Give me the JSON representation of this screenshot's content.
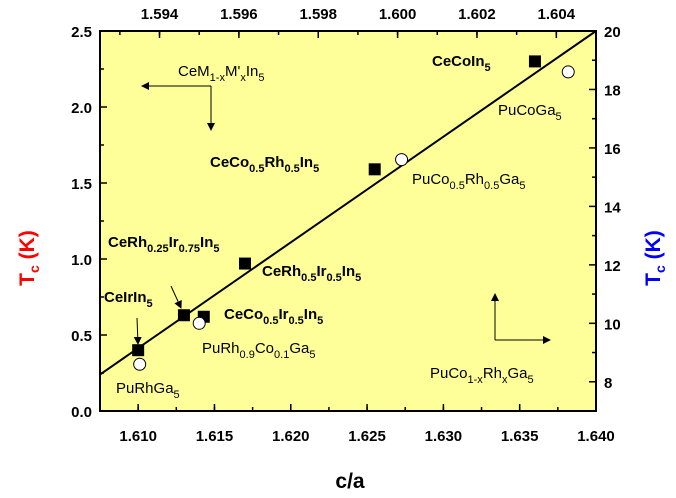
{
  "chart_data": {
    "type": "scatter",
    "xlabel": "c/a",
    "x_top_label": "",
    "xlim": [
      1.6075,
      1.64
    ],
    "ylim_left": [
      0.0,
      2.5
    ],
    "ylim_right": [
      7.0,
      20.0
    ],
    "top_axis_range": [
      1.5925,
      1.605
    ],
    "x_ticks": [
      "1.610",
      "1.615",
      "1.620",
      "1.625",
      "1.630",
      "1.635",
      "1.640"
    ],
    "x_top_ticks": [
      "1.594",
      "1.596",
      "1.598",
      "1.600",
      "1.602",
      "1.604"
    ],
    "y_left_ticks": [
      "0.0",
      "0.5",
      "1.0",
      "1.5",
      "2.0",
      "2.5"
    ],
    "y_right_ticks": [
      "8",
      "10",
      "12",
      "14",
      "16",
      "18",
      "20"
    ],
    "ylabel_left_main": "T",
    "ylabel_left_sub": "c",
    "ylabel_left_unit": " (K)",
    "ylabel_right_main": "T",
    "ylabel_right_sub": "c",
    "ylabel_right_unit": " (K)",
    "grid": false,
    "background_color": "#FFFF99",
    "axis_colors": {
      "left_label": "#ff0000",
      "right_label": "#0000ff"
    },
    "fit_line": {
      "x": [
        1.6075,
        1.64
      ],
      "y": [
        0.24,
        2.5
      ]
    },
    "series": [
      {
        "name": "CeM1-xM'xIn5",
        "marker": "filled-square",
        "axis": "left",
        "points": [
          {
            "x": 1.61,
            "y": 0.4,
            "label": "CeIrIn5"
          },
          {
            "x": 1.613,
            "y": 0.63,
            "label": "CeRh0.25Ir0.75In5"
          },
          {
            "x": 1.6143,
            "y": 0.62,
            "label": "CeCo0.5Ir0.5In5"
          },
          {
            "x": 1.617,
            "y": 0.97,
            "label": "CeRh0.5Ir0.5In5"
          },
          {
            "x": 1.6255,
            "y": 1.59,
            "label": "CeCo0.5Rh0.5In5"
          },
          {
            "x": 1.636,
            "y": 2.3,
            "label": "CeCoIn5"
          }
        ]
      },
      {
        "name": "PuCo1-xRhxGa5",
        "marker": "open-circle",
        "axis": "right",
        "points": [
          {
            "top_x": 1.5935,
            "y": 8.6,
            "label": "PuRhGa5"
          },
          {
            "top_x": 1.595,
            "y": 10.0,
            "label": "PuRh0.9Co0.1Ga5"
          },
          {
            "top_x": 1.6001,
            "y": 15.6,
            "label": "PuCo0.5Rh0.5Ga5"
          },
          {
            "top_x": 1.6043,
            "y": 18.6,
            "label": "PuCoGa5"
          }
        ]
      }
    ],
    "annotations": {
      "ce_legend": {
        "parts": [
          "CeM",
          "1-x",
          "M'",
          "x",
          "In",
          "5"
        ],
        "color": "#ff0000"
      },
      "pu_legend": {
        "parts": [
          "PuCo",
          "1-x",
          "Rh",
          "x",
          "Ga",
          "5"
        ],
        "color": "#0000ff"
      },
      "ce_labels": [
        {
          "parts": [
            "CeCoIn",
            "5"
          ]
        },
        {
          "parts": [
            "CeCo",
            "0.5",
            "Rh",
            "0.5",
            "In",
            "5"
          ]
        },
        {
          "parts": [
            "CeRh",
            "0.25",
            "Ir",
            "0.75",
            "In",
            "5"
          ]
        },
        {
          "parts": [
            "CeRh",
            "0.5",
            "Ir",
            "0.5",
            "In",
            "5"
          ]
        },
        {
          "parts": [
            "CeIrIn",
            "5"
          ]
        },
        {
          "parts": [
            "CeCo",
            "0.5",
            "Ir",
            "0.5",
            "In",
            "5"
          ]
        }
      ],
      "pu_labels": [
        {
          "parts": [
            "PuCoGa",
            "5"
          ]
        },
        {
          "parts": [
            "PuCo",
            "0.5",
            "Rh",
            "0.5",
            "Ga",
            "5"
          ]
        },
        {
          "parts": [
            "PuRh",
            "0.9",
            "Co",
            "0.1",
            "Ga",
            "5"
          ]
        },
        {
          "parts": [
            "PuRhGa",
            "5"
          ]
        }
      ]
    }
  }
}
